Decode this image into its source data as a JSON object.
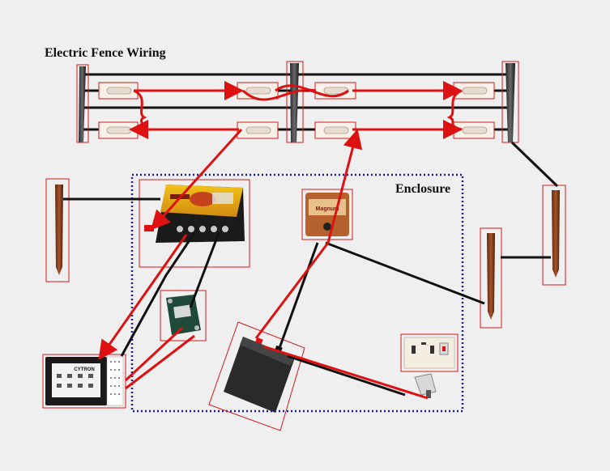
{
  "title": "Electric Fence Wiring",
  "enclosure_label": "Enclosure",
  "timer_brand": "CYTRON",
  "energizer_brand": "Magnum",
  "colors": {
    "live_wire": "#dd1111",
    "ground_wire": "#111111",
    "enclosure_border": "#1a1a9e",
    "highlight_box": "#d21a1a",
    "background": "#efefef"
  },
  "components": [
    {
      "name": "fence-posts",
      "icon": "fence-post"
    },
    {
      "name": "insulators",
      "icon": "insulator"
    },
    {
      "name": "fence-energizer",
      "icon": "energizer-box"
    },
    {
      "name": "secondary-energizer",
      "icon": "energizer-box"
    },
    {
      "name": "timer-controller",
      "icon": "touchscreen-controller"
    },
    {
      "name": "solid-state-relay",
      "icon": "relay"
    },
    {
      "name": "battery",
      "icon": "battery"
    },
    {
      "name": "wall-socket",
      "icon": "power-socket"
    },
    {
      "name": "power-plug",
      "icon": "plug"
    },
    {
      "name": "ground-rods",
      "icon": "ground-rod"
    }
  ]
}
